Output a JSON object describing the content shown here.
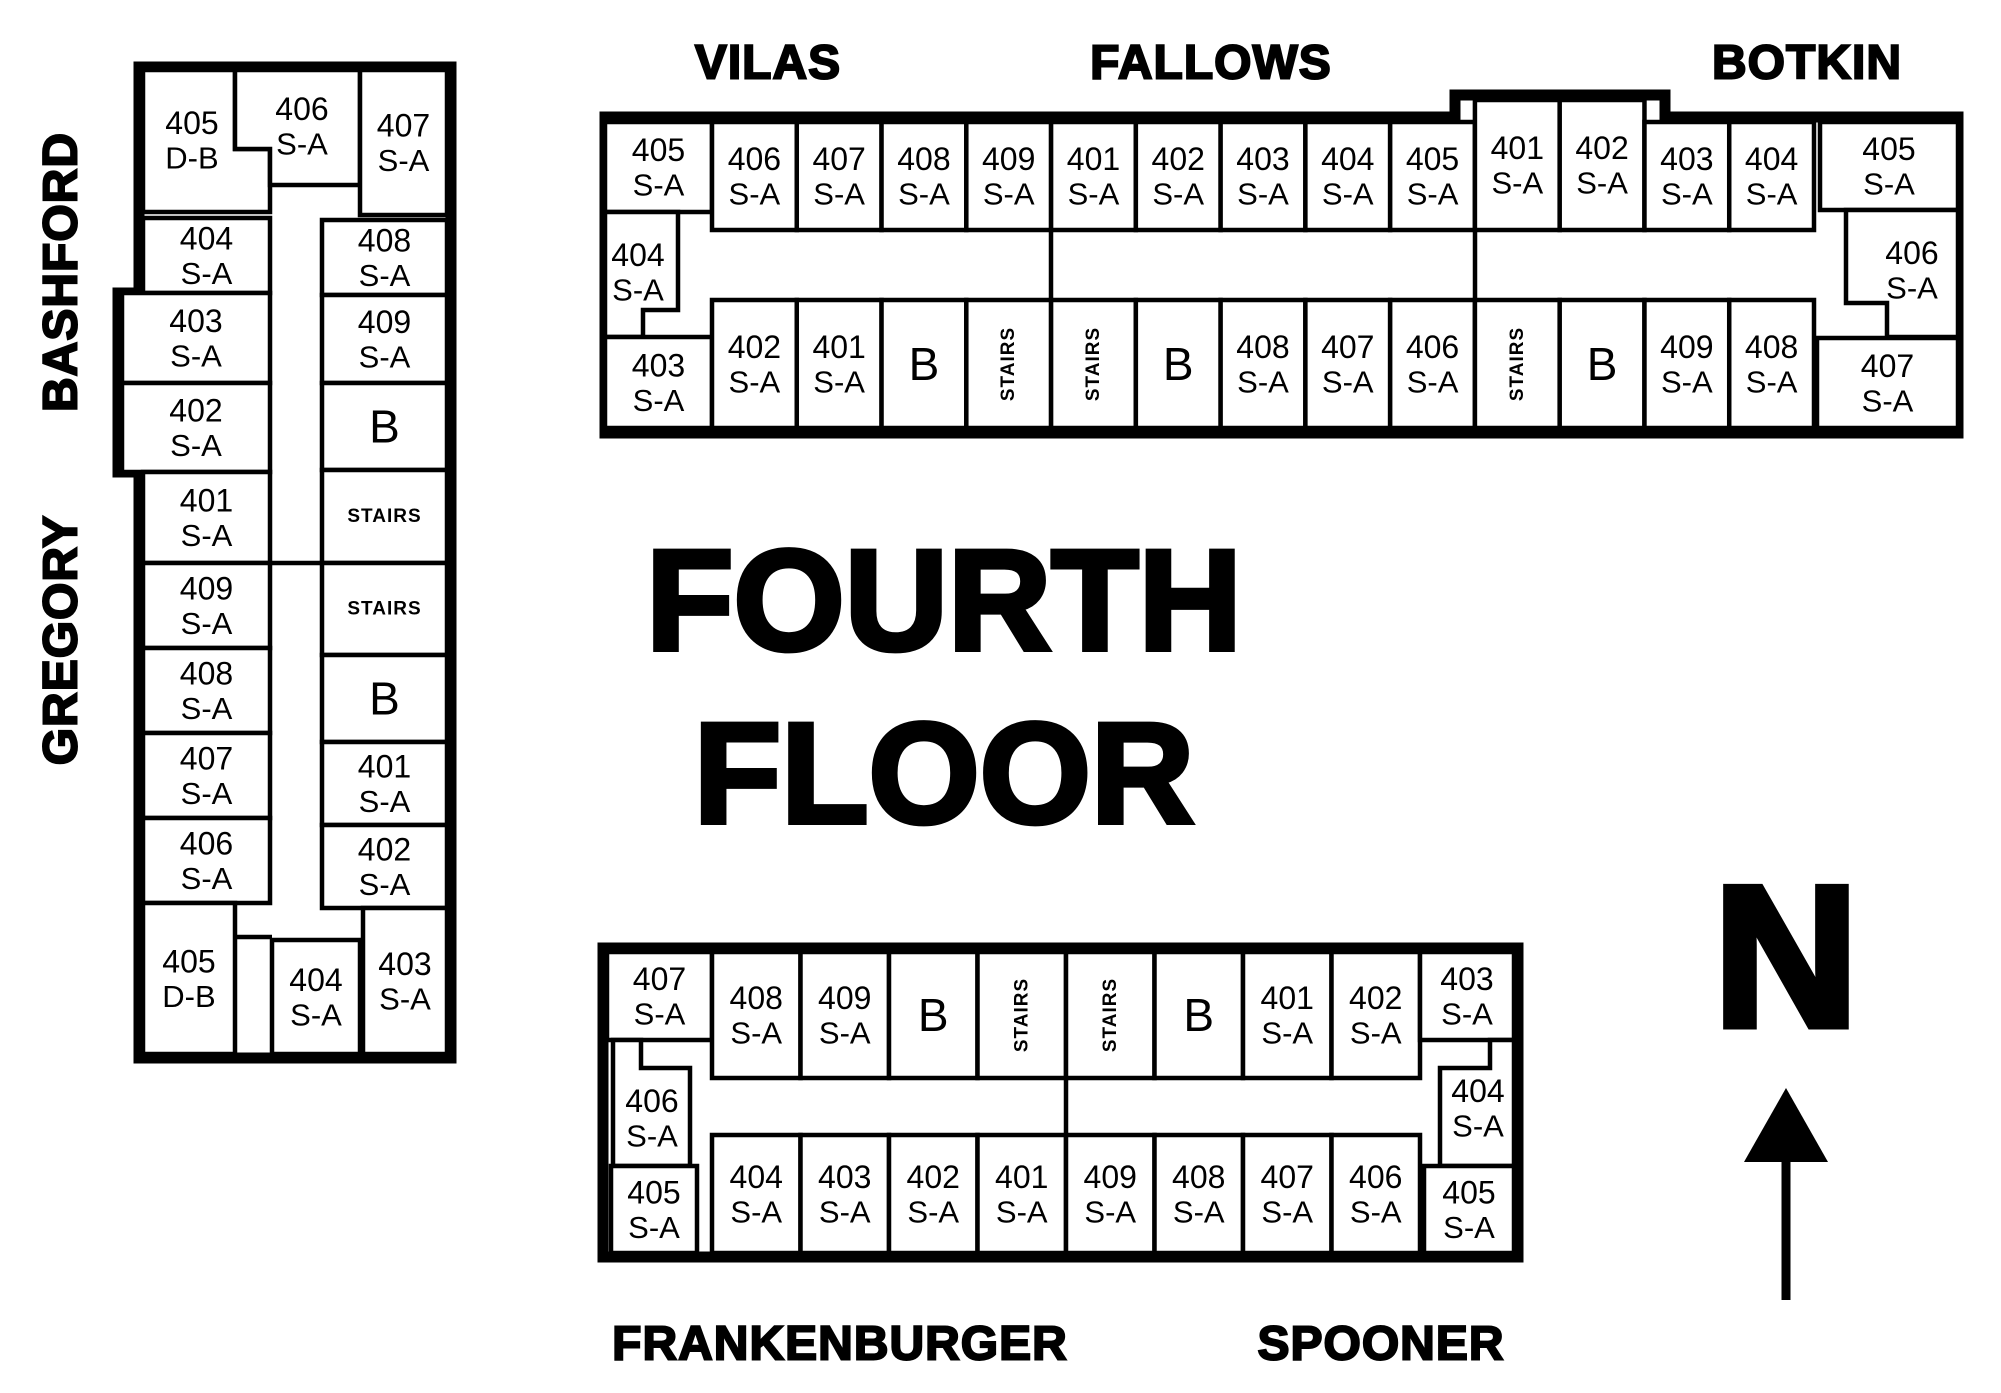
{
  "floor_title": {
    "line1": "FOURTH",
    "line2": "FLOOR"
  },
  "compass": {
    "label": "N"
  },
  "colors": {
    "ink": "#000000",
    "paper": "#ffffff"
  },
  "wings": [
    {
      "id": "bashford",
      "label": "BASHFORD"
    },
    {
      "id": "gregory",
      "label": "GREGORY"
    },
    {
      "id": "vilas",
      "label": "VILAS"
    },
    {
      "id": "fallows",
      "label": "FALLOWS"
    },
    {
      "id": "botkin",
      "label": "BOTKIN"
    },
    {
      "id": "frankenburger",
      "label": "FRANKENBURGER"
    },
    {
      "id": "spooner",
      "label": "SPOONER"
    }
  ],
  "buildings": {
    "west": {
      "rooms": [
        {
          "number": "405",
          "type": "D-B"
        },
        {
          "number": "406",
          "type": "S-A"
        },
        {
          "number": "407",
          "type": "S-A"
        },
        {
          "number": "404",
          "type": "S-A"
        },
        {
          "number": "403",
          "type": "S-A"
        },
        {
          "number": "402",
          "type": "S-A"
        },
        {
          "number": "401",
          "type": "S-A"
        },
        {
          "number": "409",
          "type": "S-A"
        },
        {
          "number": "408",
          "type": "S-A"
        },
        {
          "number": "407",
          "type": "S-A"
        },
        {
          "number": "406",
          "type": "S-A"
        },
        {
          "number": "405",
          "type": "D-B"
        },
        {
          "number": "408",
          "type": "S-A"
        },
        {
          "number": "409",
          "type": "S-A"
        },
        {
          "label": "B",
          "kind": "bath"
        },
        {
          "label": "STAIRS",
          "kind": "stairs"
        },
        {
          "label": "STAIRS",
          "kind": "stairs"
        },
        {
          "label": "B",
          "kind": "bath"
        },
        {
          "number": "401",
          "type": "S-A"
        },
        {
          "number": "402",
          "type": "S-A"
        },
        {
          "number": "403",
          "type": "S-A"
        },
        {
          "number": "404",
          "type": "S-A"
        }
      ]
    },
    "north": {
      "rooms": [
        {
          "number": "405",
          "type": "S-A"
        },
        {
          "number": "404",
          "type": "S-A"
        },
        {
          "number": "403",
          "type": "S-A"
        },
        {
          "number": "406",
          "type": "S-A"
        },
        {
          "number": "407",
          "type": "S-A"
        },
        {
          "number": "408",
          "type": "S-A"
        },
        {
          "number": "409",
          "type": "S-A"
        },
        {
          "number": "401",
          "type": "S-A"
        },
        {
          "number": "402",
          "type": "S-A"
        },
        {
          "number": "403",
          "type": "S-A"
        },
        {
          "number": "404",
          "type": "S-A"
        },
        {
          "number": "405",
          "type": "S-A"
        },
        {
          "number": "401",
          "type": "S-A"
        },
        {
          "number": "402",
          "type": "S-A"
        },
        {
          "number": "403",
          "type": "S-A"
        },
        {
          "number": "404",
          "type": "S-A"
        },
        {
          "number": "405",
          "type": "S-A"
        },
        {
          "number": "406",
          "type": "S-A"
        },
        {
          "number": "407",
          "type": "S-A"
        },
        {
          "number": "402",
          "type": "S-A"
        },
        {
          "number": "401",
          "type": "S-A"
        },
        {
          "label": "B",
          "kind": "bath"
        },
        {
          "label": "STAIRS",
          "kind": "stairs"
        },
        {
          "label": "STAIRS",
          "kind": "stairs"
        },
        {
          "label": "B",
          "kind": "bath"
        },
        {
          "number": "408",
          "type": "S-A"
        },
        {
          "number": "407",
          "type": "S-A"
        },
        {
          "number": "406",
          "type": "S-A"
        },
        {
          "label": "STAIRS",
          "kind": "stairs"
        },
        {
          "label": "B",
          "kind": "bath"
        },
        {
          "number": "409",
          "type": "S-A"
        },
        {
          "number": "408",
          "type": "S-A"
        }
      ]
    },
    "south": {
      "rooms": [
        {
          "number": "407",
          "type": "S-A"
        },
        {
          "number": "406",
          "type": "S-A"
        },
        {
          "number": "405",
          "type": "S-A"
        },
        {
          "number": "408",
          "type": "S-A"
        },
        {
          "number": "409",
          "type": "S-A"
        },
        {
          "label": "B",
          "kind": "bath"
        },
        {
          "label": "STAIRS",
          "kind": "stairs"
        },
        {
          "label": "STAIRS",
          "kind": "stairs"
        },
        {
          "label": "B",
          "kind": "bath"
        },
        {
          "number": "401",
          "type": "S-A"
        },
        {
          "number": "402",
          "type": "S-A"
        },
        {
          "number": "403",
          "type": "S-A"
        },
        {
          "number": "404",
          "type": "S-A"
        },
        {
          "number": "405",
          "type": "S-A"
        },
        {
          "number": "404",
          "type": "S-A"
        },
        {
          "number": "403",
          "type": "S-A"
        },
        {
          "number": "402",
          "type": "S-A"
        },
        {
          "number": "401",
          "type": "S-A"
        },
        {
          "number": "409",
          "type": "S-A"
        },
        {
          "number": "408",
          "type": "S-A"
        },
        {
          "number": "407",
          "type": "S-A"
        },
        {
          "number": "406",
          "type": "S-A"
        }
      ]
    }
  }
}
